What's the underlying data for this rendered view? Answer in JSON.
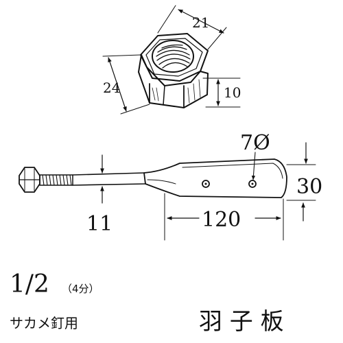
{
  "nut": {
    "width_across_flats": "21",
    "width_across_corners": "24",
    "thickness": "10"
  },
  "plate": {
    "hole_diameter": "7Ø",
    "rod_diameter": "11",
    "plate_length": "120",
    "plate_width": "30"
  },
  "size_label": {
    "main": "1/2",
    "sub": "（4分）"
  },
  "usage_label": "サカメ釘用",
  "product_name": "羽 子 板"
}
